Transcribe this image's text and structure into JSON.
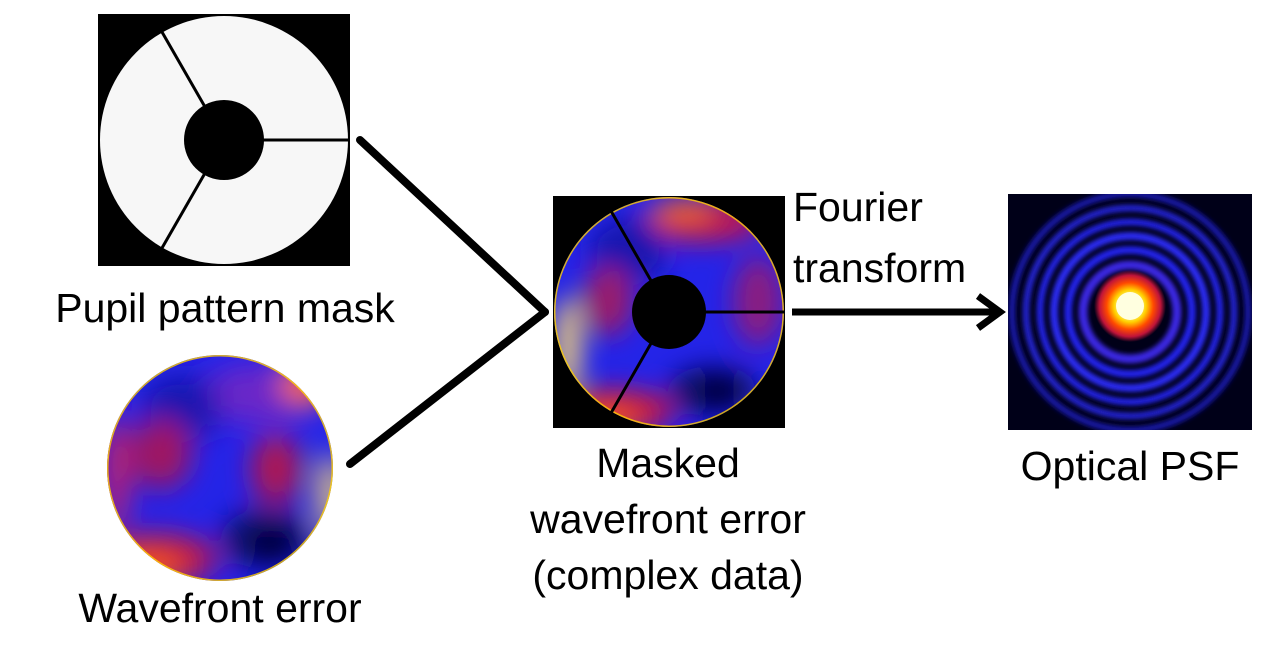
{
  "labels": {
    "pupil_mask": "Pupil pattern mask",
    "wavefront": "Wavefront error",
    "masked_line1": "Masked",
    "masked_line2": "wavefront error",
    "masked_line3": "(complex data)",
    "fourier_line1": "Fourier",
    "fourier_line2": "transform",
    "psf": "Optical PSF"
  },
  "colors": {
    "background": "#ffffff",
    "mask_fill": "#f7f7f7",
    "mask_black": "#000000",
    "colormap": [
      "#000000",
      "#0b0b8a",
      "#2222ee",
      "#6a28c8",
      "#c0143a",
      "#ff4a00",
      "#ffd000",
      "#ffffe0"
    ]
  }
}
